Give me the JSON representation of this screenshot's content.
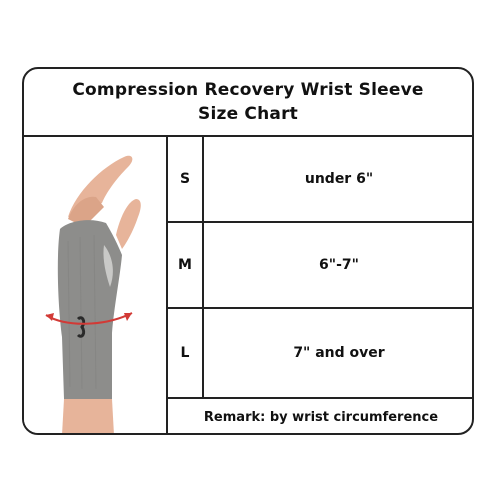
{
  "chart": {
    "title_line1": "Compression Recovery Wrist Sleeve",
    "title_line2": "Size Chart",
    "rows": [
      {
        "size": "S",
        "range": "under 6\""
      },
      {
        "size": "M",
        "range": "6\"-7\""
      },
      {
        "size": "L",
        "range": "7\" and over"
      }
    ],
    "remark": "Remark: by wrist circumference"
  },
  "photo": {
    "subject": "hand-wearing-gray-wrist-sleeve",
    "sleeve_color": "#8d8d8b",
    "skin_color": "#e7b49a",
    "arrow_color": "#d23a36"
  }
}
